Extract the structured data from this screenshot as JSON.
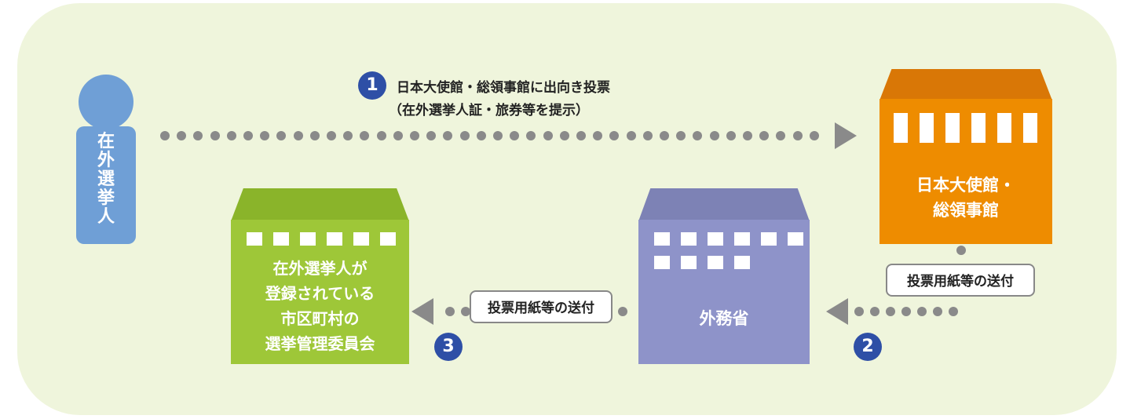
{
  "colors": {
    "panel": "#eff5dc",
    "voter": "#6f9fd6",
    "dots": "#8a8a8a",
    "badge": "#2e4fa6",
    "embassy_roof": "#d97706",
    "embassy_body": "#ee8c00",
    "mofa_roof": "#7d82b5",
    "mofa_body": "#8e93c9",
    "committee_roof": "#8ab42a",
    "committee_body": "#9ec738"
  },
  "voter": {
    "label": "在外選挙人"
  },
  "step1": {
    "number": "1",
    "line1": "日本大使館・総領事館に出向き投票",
    "line2": "（在外選挙人証・旅券等を提示）"
  },
  "step2": {
    "number": "2",
    "box_label": "投票用紙等の送付"
  },
  "step3": {
    "number": "3",
    "box_label": "投票用紙等の送付"
  },
  "embassy": {
    "line1": "日本大使館・",
    "line2": "総領事館"
  },
  "mofa": {
    "label": "外務省"
  },
  "committee": {
    "line1": "在外選挙人が",
    "line2": "登録されている",
    "line3": "市区町村の",
    "line4": "選挙管理委員会"
  }
}
